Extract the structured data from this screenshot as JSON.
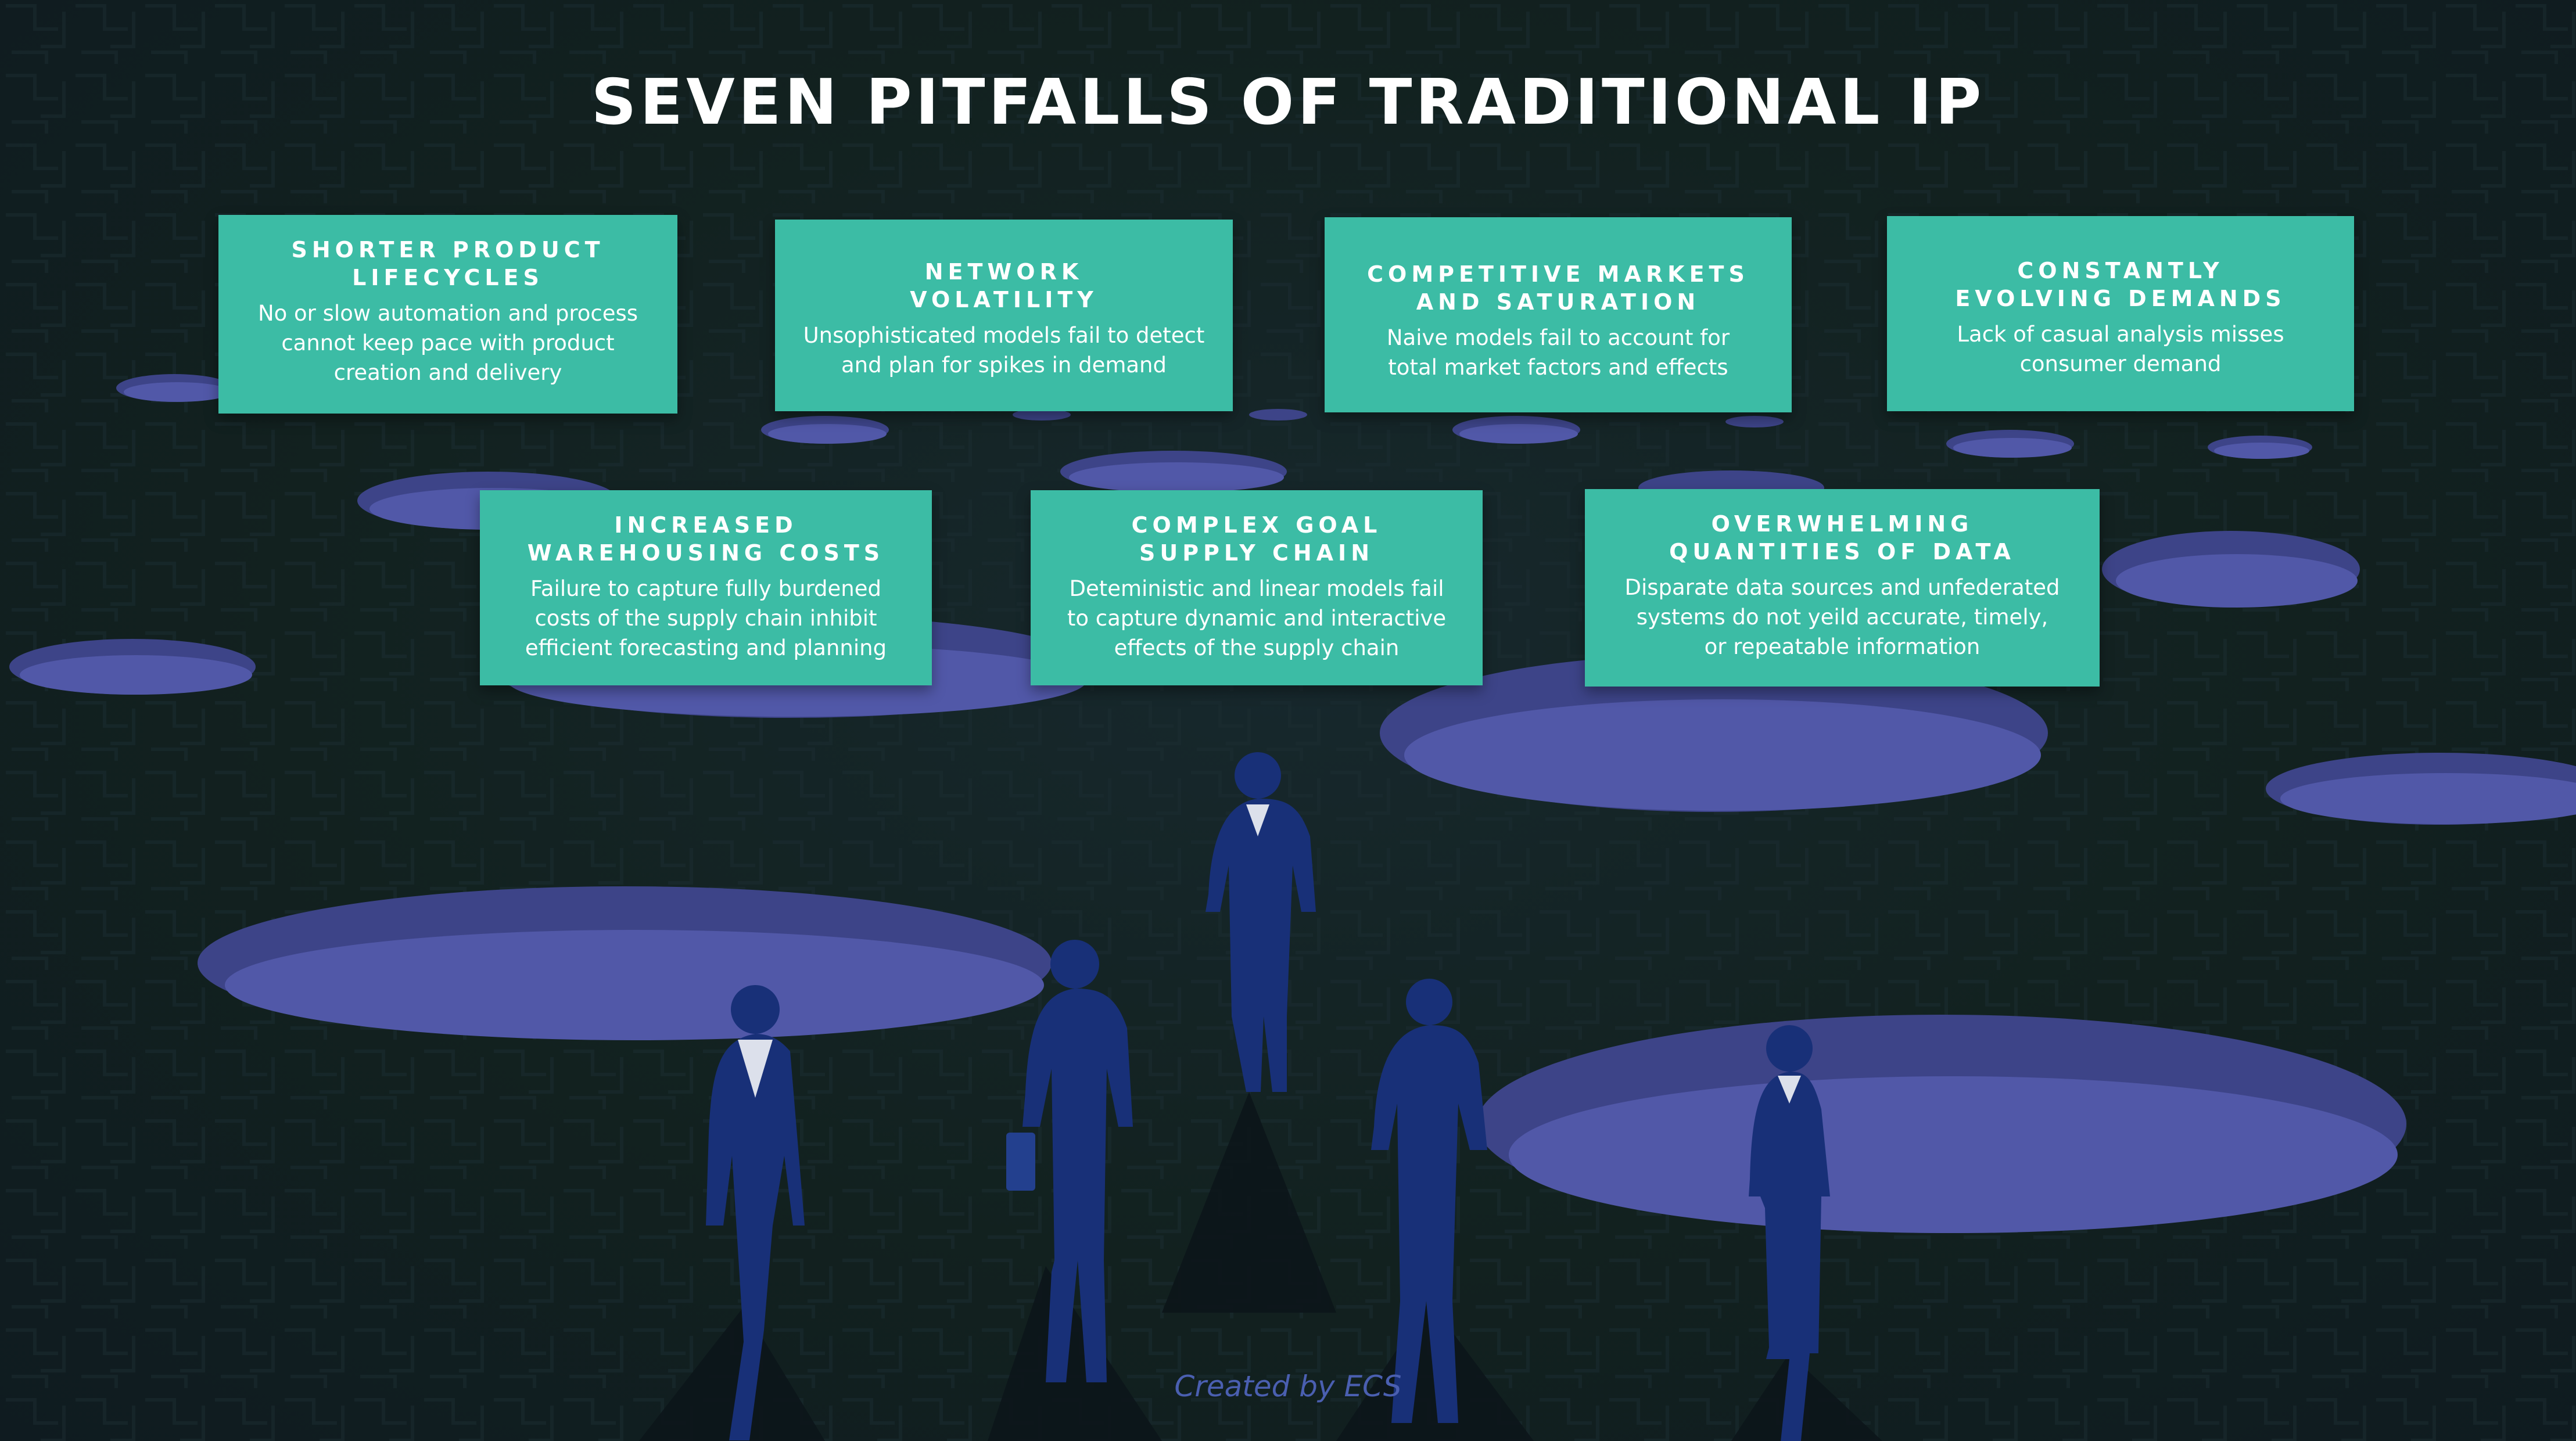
{
  "title": "SEVEN PITFALLS OF TRADITIONAL IP",
  "credit": "Created by ECS",
  "colors": {
    "background": "#132127",
    "card": "#3cbca5",
    "hole": "#5158a8",
    "hole_rim": "#3d4488",
    "figure": "#183078"
  },
  "pitfalls": [
    {
      "title": "SHORTER PRODUCT\nLIFECYCLES",
      "body": "No or slow automation and process\ncannot keep pace with product\ncreation and delivery"
    },
    {
      "title": "NETWORK\nVOLATILITY",
      "body": "Unsophisticated models fail to detect\nand plan for spikes in demand"
    },
    {
      "title": "COMPETITIVE MARKETS\nAND SATURATION",
      "body": "Naive models fail to account for\ntotal market factors and effects"
    },
    {
      "title": "CONSTANTLY\nEVOLVING DEMANDS",
      "body": "Lack of casual analysis misses\nconsumer demand"
    },
    {
      "title": "INCREASED\nWAREHOUSING COSTS",
      "body": "Failure to capture fully burdened\ncosts of the supply chain inhibit\nefficient forecasting and planning"
    },
    {
      "title": "COMPLEX GOAL\nSUPPLY CHAIN",
      "body": "Deteministic and linear models fail\nto capture dynamic and interactive\neffects of the supply chain"
    },
    {
      "title": "OVERWHELMING\nQUANTITIES OF DATA",
      "body": "Disparate data sources and unfederated\nsystems do not yeild accurate, timely,\nor repeatable information"
    }
  ]
}
